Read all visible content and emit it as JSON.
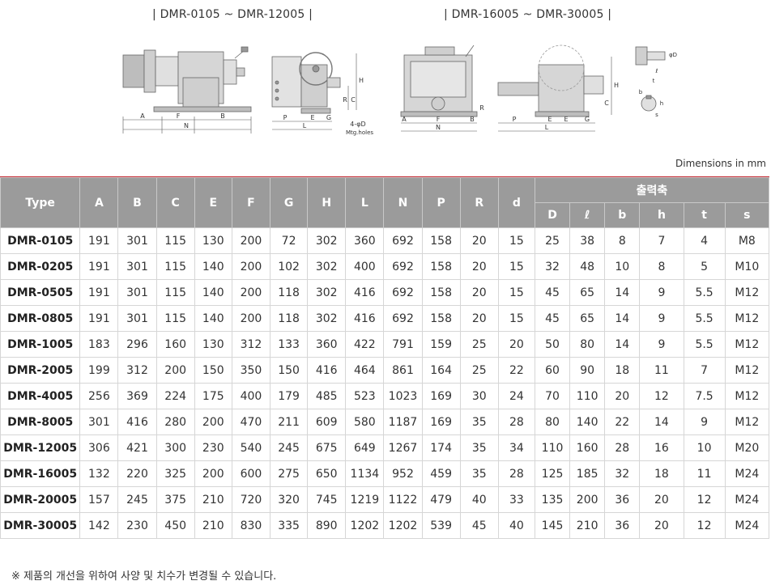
{
  "captions": {
    "left": "|  DMR-0105 ~ DMR-12005  |",
    "right": "|  DMR-16005 ~ DMR-30005  |"
  },
  "drawing_labels": {
    "left_front": [
      "A",
      "F",
      "B",
      "N"
    ],
    "left_side": [
      "P",
      "E",
      "G",
      "L",
      "H",
      "C",
      "R",
      "4-φD",
      "Mtg.holes"
    ],
    "right_front": [
      "A",
      "F",
      "B",
      "N",
      "R"
    ],
    "right_side": [
      "P",
      "E",
      "E",
      "G",
      "L",
      "H",
      "C"
    ],
    "shaft": [
      "φD",
      "ℓ",
      "t",
      "b",
      "s",
      "h"
    ]
  },
  "dimensions_note": "Dimensions in mm",
  "table": {
    "headers": {
      "type": "Type",
      "cols": [
        "A",
        "B",
        "C",
        "E",
        "F",
        "G",
        "H",
        "L",
        "N",
        "P",
        "R",
        "d"
      ],
      "group": "출력축",
      "sub": [
        "D",
        "ℓ",
        "b",
        "h",
        "t",
        "s"
      ]
    },
    "rows": [
      [
        "DMR-0105",
        "191",
        "301",
        "115",
        "130",
        "200",
        "72",
        "302",
        "360",
        "692",
        "158",
        "20",
        "15",
        "25",
        "38",
        "8",
        "7",
        "4",
        "M8"
      ],
      [
        "DMR-0205",
        "191",
        "301",
        "115",
        "140",
        "200",
        "102",
        "302",
        "400",
        "692",
        "158",
        "20",
        "15",
        "32",
        "48",
        "10",
        "8",
        "5",
        "M10"
      ],
      [
        "DMR-0505",
        "191",
        "301",
        "115",
        "140",
        "200",
        "118",
        "302",
        "416",
        "692",
        "158",
        "20",
        "15",
        "45",
        "65",
        "14",
        "9",
        "5.5",
        "M12"
      ],
      [
        "DMR-0805",
        "191",
        "301",
        "115",
        "140",
        "200",
        "118",
        "302",
        "416",
        "692",
        "158",
        "20",
        "15",
        "45",
        "65",
        "14",
        "9",
        "5.5",
        "M12"
      ],
      [
        "DMR-1005",
        "183",
        "296",
        "160",
        "130",
        "312",
        "133",
        "360",
        "422",
        "791",
        "159",
        "25",
        "20",
        "50",
        "80",
        "14",
        "9",
        "5.5",
        "M12"
      ],
      [
        "DMR-2005",
        "199",
        "312",
        "200",
        "150",
        "350",
        "150",
        "416",
        "464",
        "861",
        "164",
        "25",
        "22",
        "60",
        "90",
        "18",
        "11",
        "7",
        "M12"
      ],
      [
        "DMR-4005",
        "256",
        "369",
        "224",
        "175",
        "400",
        "179",
        "485",
        "523",
        "1023",
        "169",
        "30",
        "24",
        "70",
        "110",
        "20",
        "12",
        "7.5",
        "M12"
      ],
      [
        "DMR-8005",
        "301",
        "416",
        "280",
        "200",
        "470",
        "211",
        "609",
        "580",
        "1187",
        "169",
        "35",
        "28",
        "80",
        "140",
        "22",
        "14",
        "9",
        "M12"
      ],
      [
        "DMR-12005",
        "306",
        "421",
        "300",
        "230",
        "540",
        "245",
        "675",
        "649",
        "1267",
        "174",
        "35",
        "34",
        "110",
        "160",
        "28",
        "16",
        "10",
        "M20"
      ],
      [
        "DMR-16005",
        "132",
        "220",
        "325",
        "200",
        "600",
        "275",
        "650",
        "1134",
        "952",
        "459",
        "35",
        "28",
        "125",
        "185",
        "32",
        "18",
        "11",
        "M24"
      ],
      [
        "DMR-20005",
        "157",
        "245",
        "375",
        "210",
        "720",
        "320",
        "745",
        "1219",
        "1122",
        "479",
        "40",
        "33",
        "135",
        "200",
        "36",
        "20",
        "12",
        "M24"
      ],
      [
        "DMR-30005",
        "142",
        "230",
        "450",
        "210",
        "830",
        "335",
        "890",
        "1202",
        "1202",
        "539",
        "45",
        "40",
        "145",
        "210",
        "36",
        "20",
        "12",
        "M24"
      ]
    ]
  },
  "footnote": "※ 제품의 개선을 위하여 사양 및 치수가 변경될 수 있습니다."
}
